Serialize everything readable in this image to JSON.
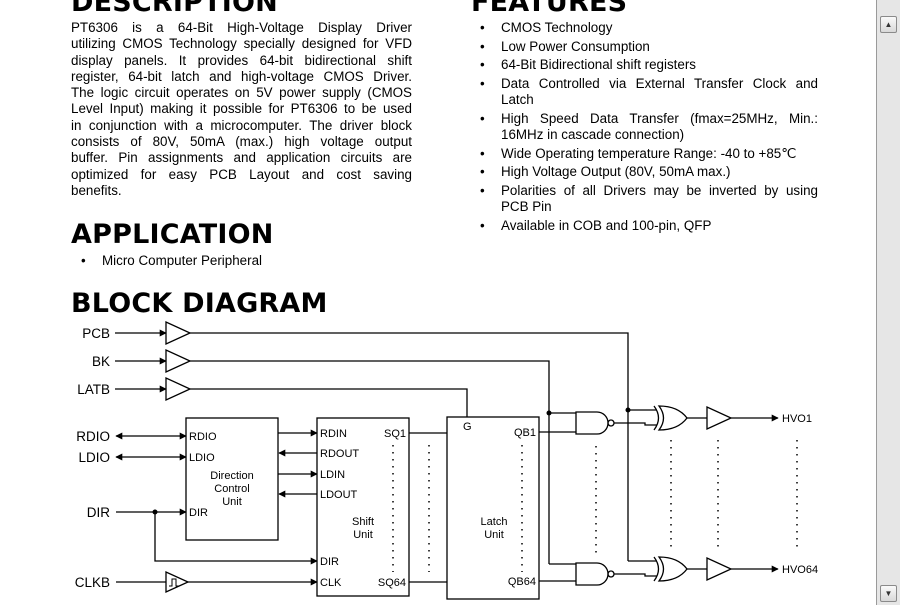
{
  "description": {
    "heading": "DESCRIPTION",
    "lines": [
      "PT6306 is a 64-Bit High-Voltage Display Driver",
      "utilizing CMOS Technology specially designed for VFD",
      "display panels. It provides 64-bit bidirectional shift",
      "register, 64-bit latch and high-voltage CMOS Driver.",
      "The logic circuit operates on 5V power supply (CMOS",
      "Level Input) making it possible for PT6306 to be used",
      "in conjunction with a microcomputer. The driver block",
      "consists of 80V, 50mA (max.) high voltage output",
      "buffer. Pin assignments and application circuits are",
      "optimized for easy PCB Layout and cost saving",
      "benefits."
    ]
  },
  "features": {
    "heading": "FEATURES",
    "items": [
      [
        "CMOS Technology"
      ],
      [
        "Low Power Consumption"
      ],
      [
        "64-Bit Bidirectional shift registers"
      ],
      [
        "Data Controlled via External Transfer Clock and",
        "Latch"
      ],
      [
        "High Speed Data Transfer (fmax=25MHz, Min.:",
        "16MHz in cascade connection)"
      ],
      [
        "Wide Operating temperature Range: -40 to +85℃"
      ],
      [
        "High Voltage Output (80V, 50mA max.)"
      ],
      [
        "Polarities of all Drivers may be inverted by using",
        "PCB Pin"
      ],
      [
        "Available in COB and 100-pin, QFP"
      ]
    ]
  },
  "application": {
    "heading": "APPLICATION",
    "items": [
      "Micro Computer Peripheral"
    ]
  },
  "block_diagram": {
    "heading": "BLOCK DIAGRAM",
    "inputs": {
      "pcb": "PCB",
      "bk": "BK",
      "latb": "LATB",
      "rdio": "RDIO",
      "ldio": "LDIO",
      "dir": "DIR",
      "clkb": "CLKB"
    },
    "direction_unit": {
      "rdio": "RDIO",
      "ldio": "LDIO",
      "dir": "DIR",
      "name_lines": [
        "Direction",
        "Control",
        "Unit"
      ]
    },
    "shift_unit": {
      "rdin": "RDIN",
      "rdout": "RDOUT",
      "ldin": "LDIN",
      "ldout": "LDOUT",
      "dir": "DIR",
      "clk": "CLK",
      "sq1": "SQ1",
      "sq64": "SQ64",
      "name_lines": [
        "Shift",
        "Unit"
      ]
    },
    "latch_unit": {
      "g": "G",
      "qb1": "QB1",
      "qb64": "QB64",
      "name_lines": [
        "Latch",
        "Unit"
      ]
    },
    "outputs": {
      "hvo1": "HVO1",
      "hvo64": "HVO64"
    }
  },
  "scrollbar": {
    "up_icon": "triangle-up",
    "down_icon": "triangle-down"
  }
}
